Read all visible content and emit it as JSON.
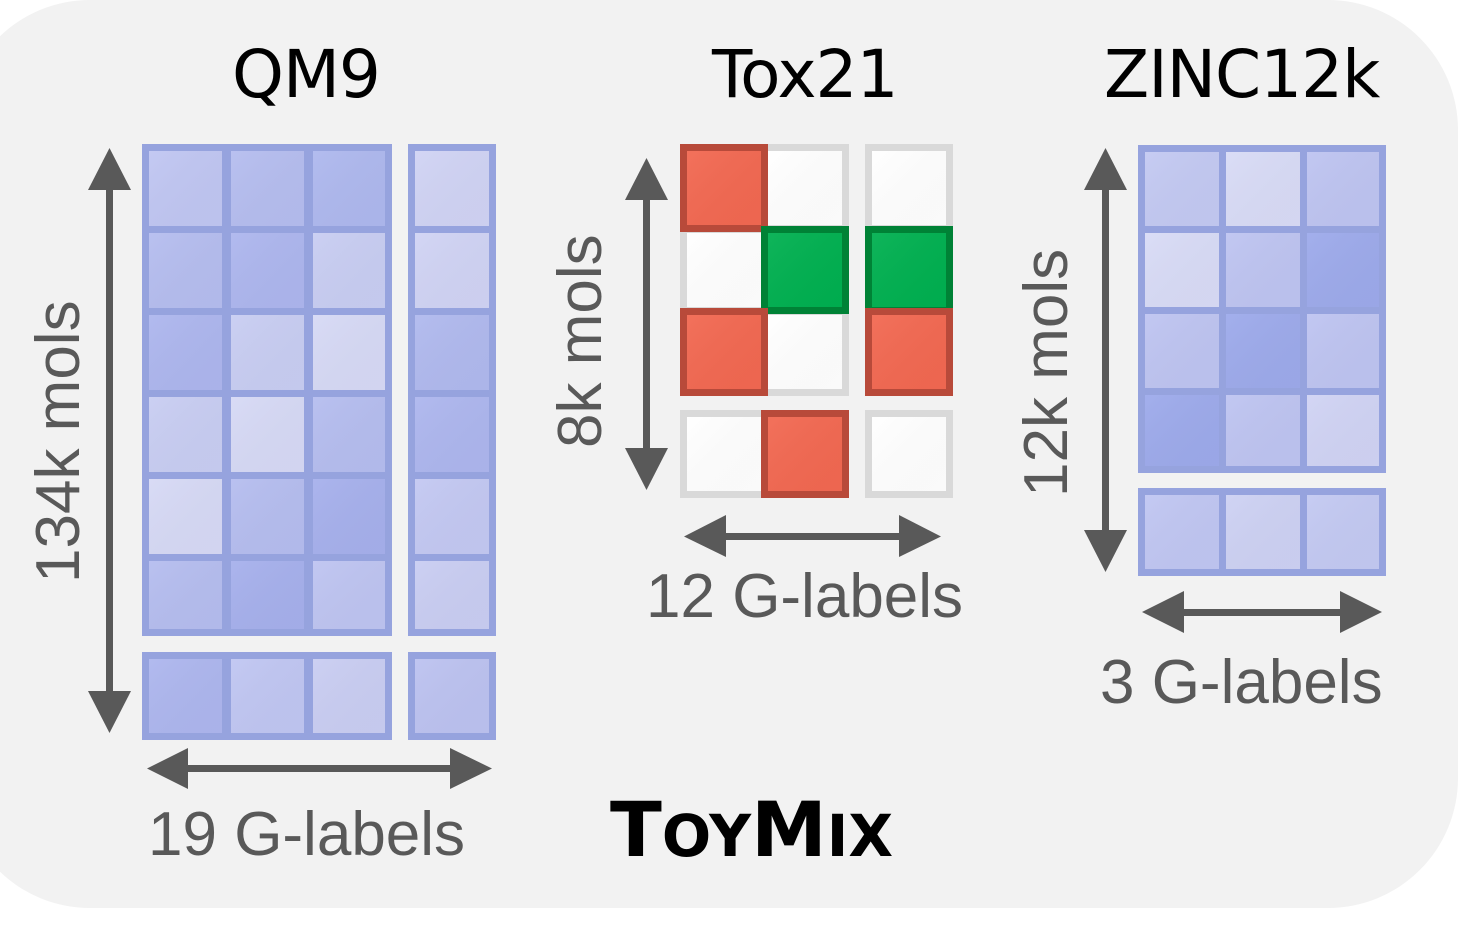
{
  "figure": {
    "brand_big_1": "T",
    "brand_small_1": "OY",
    "brand_big_2": "M",
    "brand_small_2": "IX",
    "brand_full": "ToyMix",
    "colors": {
      "panel_bg": "#f2f2f2",
      "arrow": "#595959",
      "grid_border_blue": "#96a3de",
      "grid_border_gray": "#d9d9d9",
      "positive_fill": "#f26851",
      "positive_border": "#b84a3a",
      "negative_fill": "#00b050",
      "negative_border": "#008236",
      "empty_fill": "#ffffff"
    }
  },
  "datasets": [
    {
      "name": "QM9",
      "molecules_label": "134k mols",
      "labels_label": "19 G-labels",
      "task": "regression",
      "cell_shades": {
        "main_block": [
          [
            "#c0c6f2",
            "#b5bdef",
            "#aeb8ee"
          ],
          [
            "#b5bdef",
            "#adb6ee",
            "#c8cdf2"
          ],
          [
            "#adb6ee",
            "#c8cdf2",
            "#d6d9f5"
          ],
          [
            "#c8cdf2",
            "#d6d9f5",
            "#b5bdef"
          ],
          [
            "#d6d9f5",
            "#b5bdef",
            "#a6b0ec"
          ],
          [
            "#b5bdef",
            "#a6b0ec",
            "#bec4f1"
          ]
        ],
        "side_column": [
          "#d0d3f4",
          "#d0d3f4",
          "#b0b9ee",
          "#adb6ee",
          "#c3c8f2",
          "#c9cdf2"
        ],
        "bottom_row": [
          "#adb6ee",
          "#c0c6f2",
          "#c9cdf2"
        ],
        "bottom_side": "#bcc2f0"
      }
    },
    {
      "name": "Tox21",
      "molecules_label": "8k mols",
      "labels_label": "12 G-labels",
      "task": "classification",
      "cell_states": {
        "main_block": [
          [
            "pos",
            "empty"
          ],
          [
            "empty",
            "neg"
          ],
          [
            "pos",
            "empty"
          ]
        ],
        "side_column": [
          "empty",
          "neg",
          "pos"
        ],
        "bottom_row": [
          "empty",
          "pos"
        ],
        "bottom_side": "empty"
      }
    },
    {
      "name": "ZINC12k",
      "molecules_label": "12k mols",
      "labels_label": "3 G-labels",
      "task": "regression",
      "cell_shades": {
        "main_block": [
          [
            "#c3c9f2",
            "#d8dbf6",
            "#bec4f1"
          ],
          [
            "#d8dbf6",
            "#bec4f1",
            "#9daaeb"
          ],
          [
            "#bec4f1",
            "#9daaeb",
            "#bec4f1"
          ],
          [
            "#9daaeb",
            "#bec4f1",
            "#d0d3f4"
          ]
        ],
        "bottom_row": [
          "#c0c6f2",
          "#cdd1f3",
          "#c3c9f2"
        ]
      }
    }
  ]
}
